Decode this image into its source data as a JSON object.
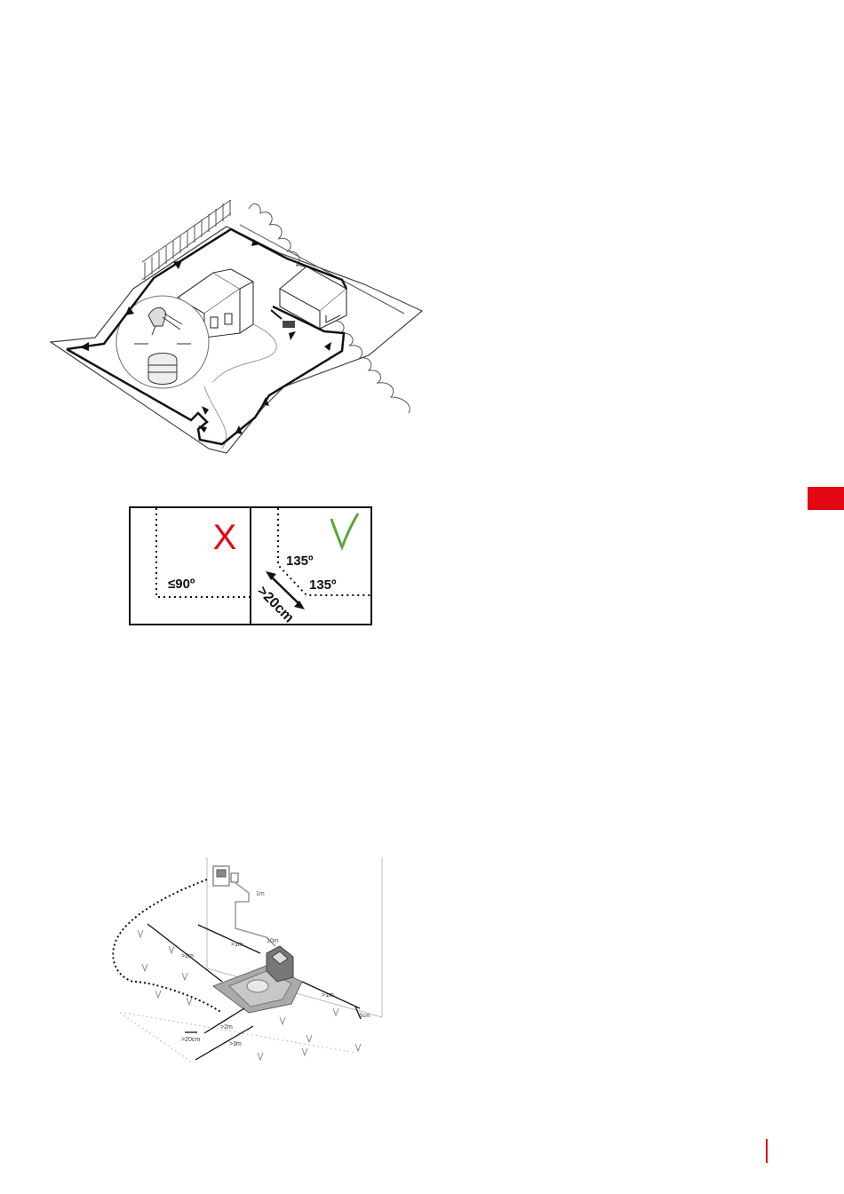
{
  "colors": {
    "accent": "#e30613",
    "wrong": "#e30613",
    "right": "#5aa83a",
    "line": "#1a1a1a",
    "light_line": "#8a8a8a"
  },
  "corner_diagram": {
    "wrong_mark": "X",
    "right_mark": "✓",
    "wrong_angle_label": "≤90º",
    "right_angle_label_top": "135º",
    "right_angle_label_bottom": "135º",
    "distance_label": ">20cm"
  },
  "station_diagram": {
    "dim_1m_top": "1m",
    "dim_10m": "10m",
    "dim_gt1m_left": ">1m",
    "dim_gt1m_right": ">1m",
    "dim_gt2m_left": ">2m",
    "dim_gt2m_front": ">2m",
    "dim_gt3m": ">3m",
    "dim_gt20cm": ">20cm",
    "dim_5cm": "5cm"
  },
  "icons": {
    "tab": "red-section-tab",
    "rule": "page-number-rule"
  }
}
